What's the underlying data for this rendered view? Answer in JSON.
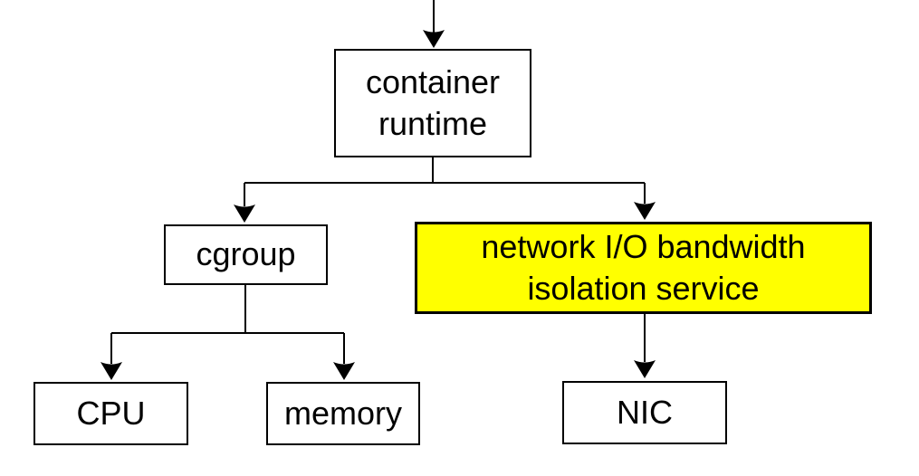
{
  "diagram": {
    "description": "container runtime resource-isolation tree diagram",
    "colors": {
      "highlight": "#ffff00",
      "box_background": "#ffffff",
      "line": "#000000",
      "text": "#000000"
    },
    "nodes": {
      "container_runtime": {
        "label": "container runtime",
        "highlighted": false
      },
      "cgroup": {
        "label": "cgroup",
        "highlighted": false
      },
      "network_isolation_service": {
        "label": "network I/O bandwidth isolation service",
        "highlighted": true
      },
      "cpu": {
        "label": "CPU",
        "highlighted": false
      },
      "memory": {
        "label": "memory",
        "highlighted": false
      },
      "nic": {
        "label": "NIC",
        "highlighted": false
      }
    },
    "edges": [
      {
        "from": "offscreen-top",
        "to": "container runtime"
      },
      {
        "from": "container runtime",
        "to": "cgroup"
      },
      {
        "from": "container runtime",
        "to": "network I/O bandwidth isolation service"
      },
      {
        "from": "cgroup",
        "to": "CPU"
      },
      {
        "from": "cgroup",
        "to": "memory"
      },
      {
        "from": "network I/O bandwidth isolation service",
        "to": "NIC"
      }
    ]
  }
}
